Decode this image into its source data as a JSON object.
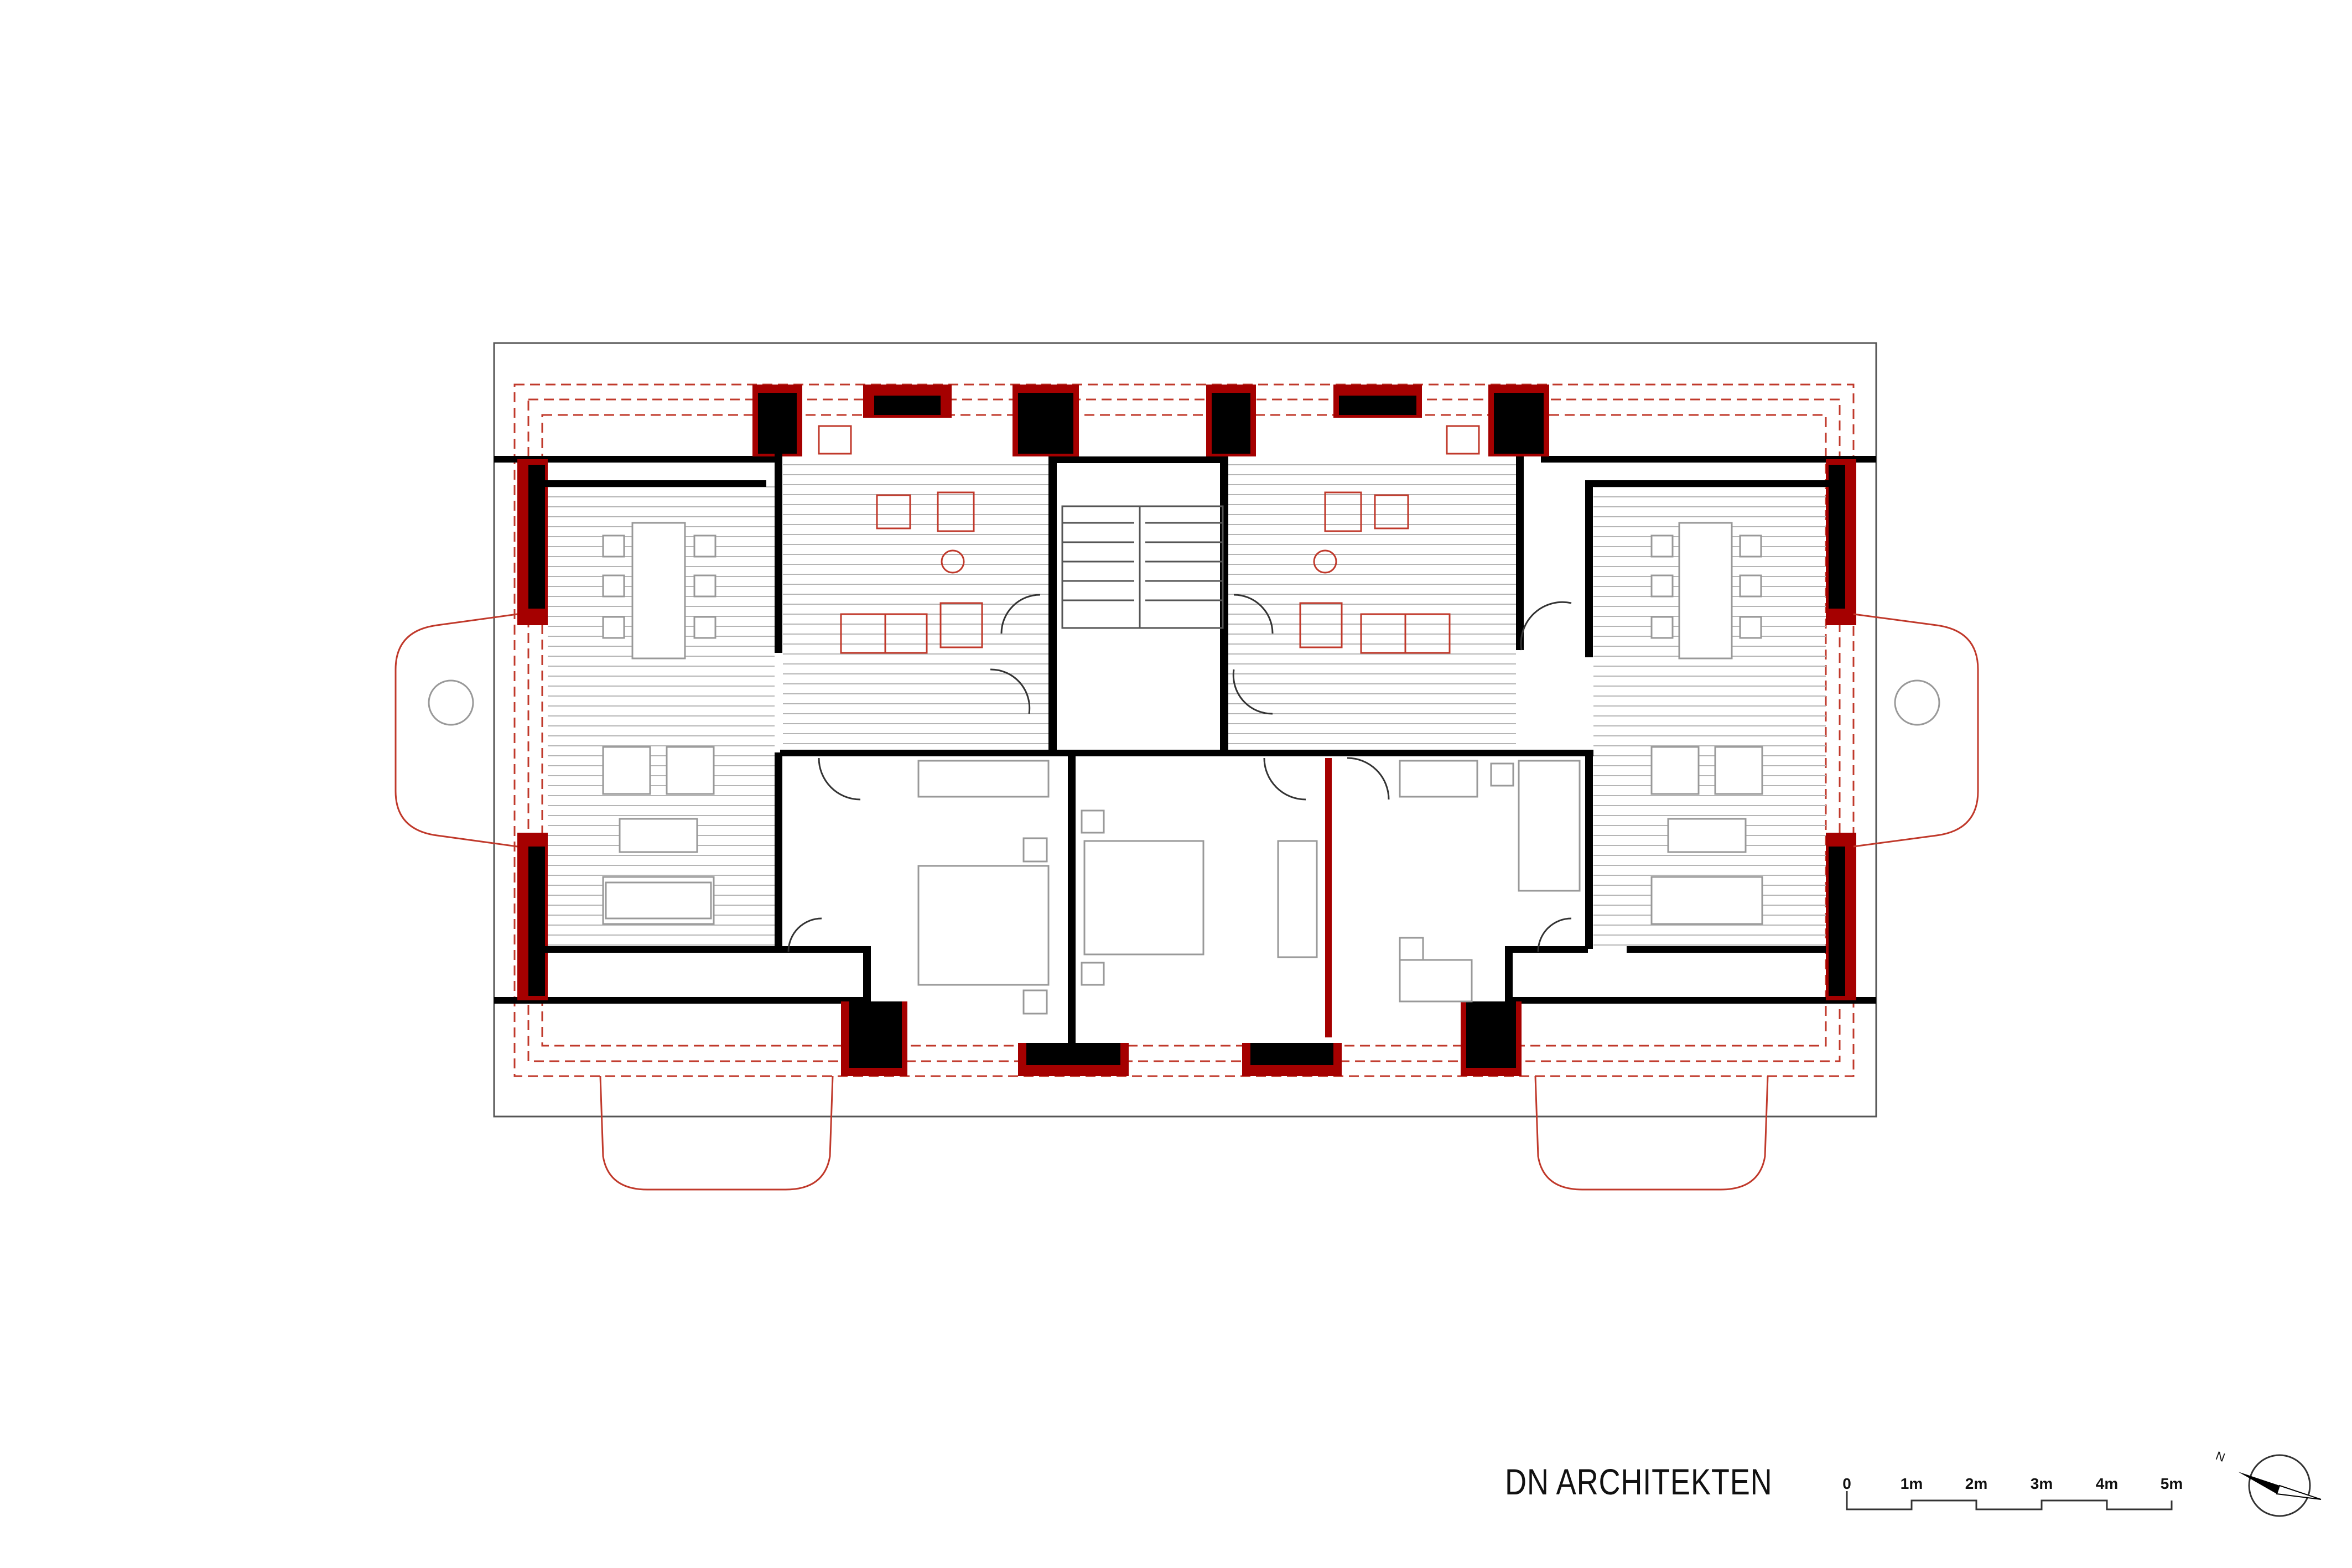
{
  "title_block": {
    "firm": "DN ARCHITEKTEN"
  },
  "scale_bar": {
    "labels": [
      "0",
      "1m",
      "2m",
      "3m",
      "4m",
      "5m"
    ]
  },
  "north_arrow": {
    "label": "N"
  },
  "colors": {
    "wall_black": "#000000",
    "wall_red": "#a50000",
    "line_red": "#c0392b",
    "line_gray": "#9a9a9a"
  }
}
